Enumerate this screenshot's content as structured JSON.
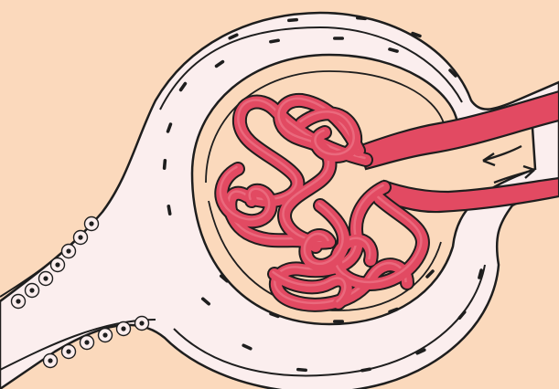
{
  "colors": {
    "background": "#fbd9bc",
    "capsule_fill": "#fbeeee",
    "outline": "#1e1e1e",
    "vessel_fill": "#e24a62",
    "vessel_highlight": "#f07f90"
  },
  "labels": {},
  "parts": [
    "bowman-capsule",
    "glomerulus",
    "afferent-arteriole",
    "efferent-arteriole",
    "proximal-tubule",
    "flow-arrows"
  ]
}
